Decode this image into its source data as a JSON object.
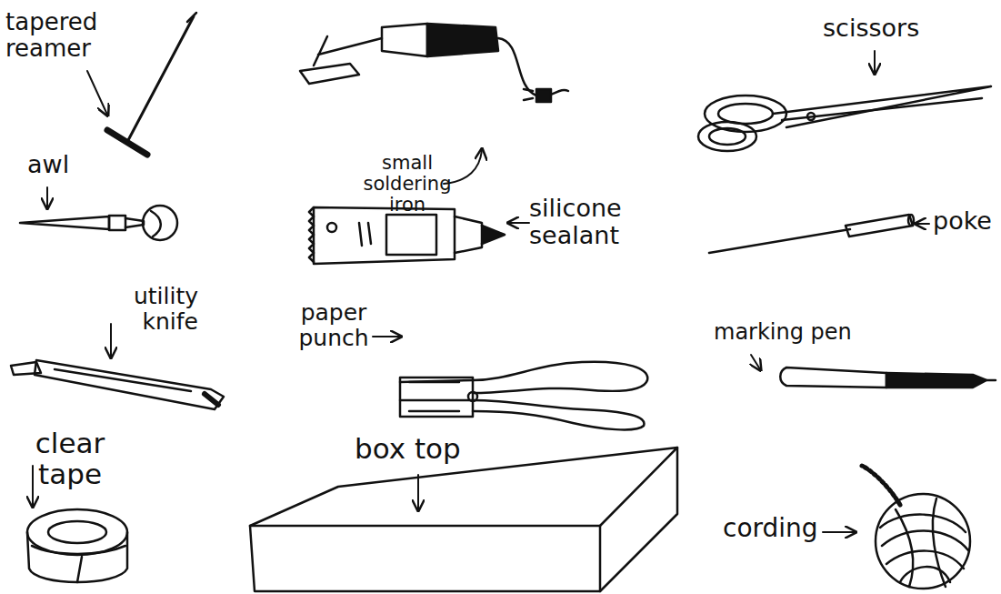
{
  "diagram": {
    "labels": [
      "tapered reamer",
      "small soldering iron",
      "scissors",
      "awl",
      "silicone sealant",
      "poke",
      "utility knife",
      "paper punch",
      "marking pen",
      "clear tape",
      "box top",
      "cording"
    ]
  }
}
